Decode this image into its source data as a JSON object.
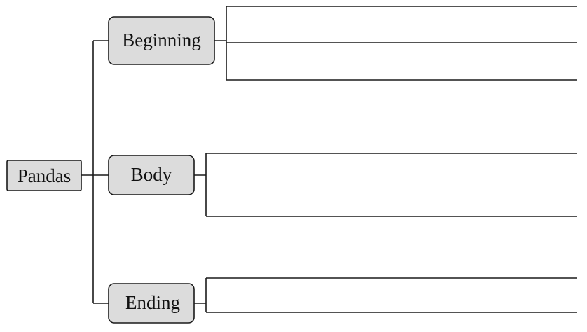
{
  "root": {
    "label": "Pandas"
  },
  "sections": [
    {
      "label": "Beginning",
      "blank_lines": 3
    },
    {
      "label": "Body",
      "blank_lines": 2
    },
    {
      "label": "Ending",
      "blank_lines": 2
    }
  ],
  "colors": {
    "box_fill": "#dcdcdc",
    "line": "#1a1a1a",
    "background": "#ffffff"
  }
}
